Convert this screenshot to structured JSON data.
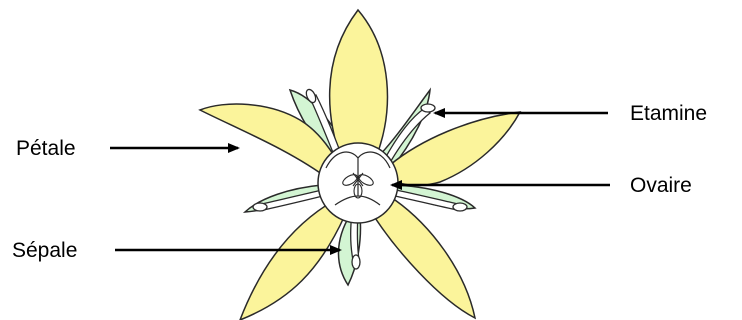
{
  "labels": {
    "petale": "Pétale",
    "sepale": "Sépale",
    "etamine": "Etamine",
    "ovaire": "Ovaire"
  },
  "colors": {
    "petal": "#fbf49b",
    "sepal": "#d3f5d3",
    "stamen": "#ffffff",
    "ovary": "#ffffff",
    "outline": "#2a2a2a",
    "arrow": "#000000"
  }
}
